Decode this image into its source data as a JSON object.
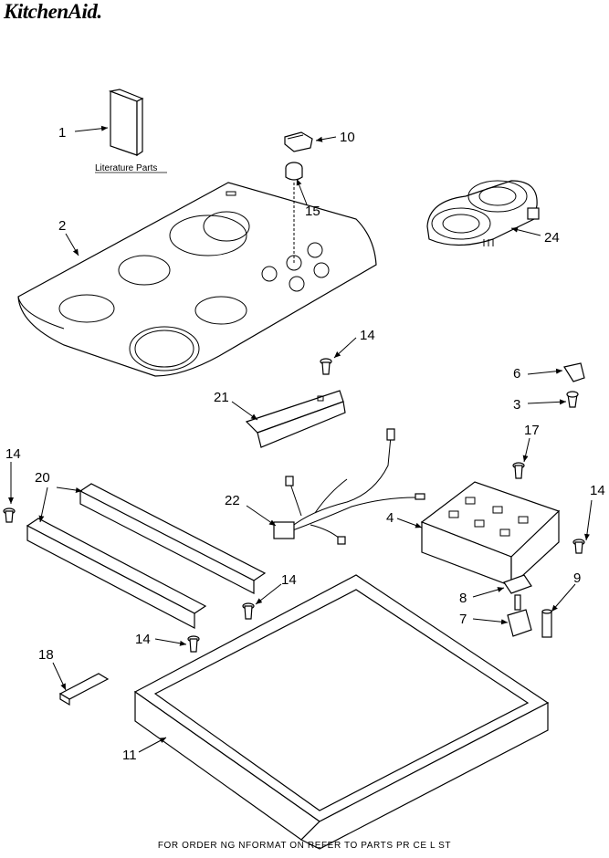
{
  "brand": "KitchenAid.",
  "literature_label": "Literature Parts",
  "footer": "FOR ORDER NG NFORMAT ON REFER TO PARTS PR CE L ST",
  "callouts": {
    "c1": "1",
    "c2": "2",
    "c3": "3",
    "c4": "4",
    "c6": "6",
    "c7": "7",
    "c8": "8",
    "c9": "9",
    "c10": "10",
    "c11": "11",
    "c14a": "14",
    "c14b": "14",
    "c14c": "14",
    "c14d": "14",
    "c14e": "14",
    "c15": "15",
    "c17": "17",
    "c18": "18",
    "c20": "20",
    "c21": "21",
    "c22": "22",
    "c24": "24"
  }
}
